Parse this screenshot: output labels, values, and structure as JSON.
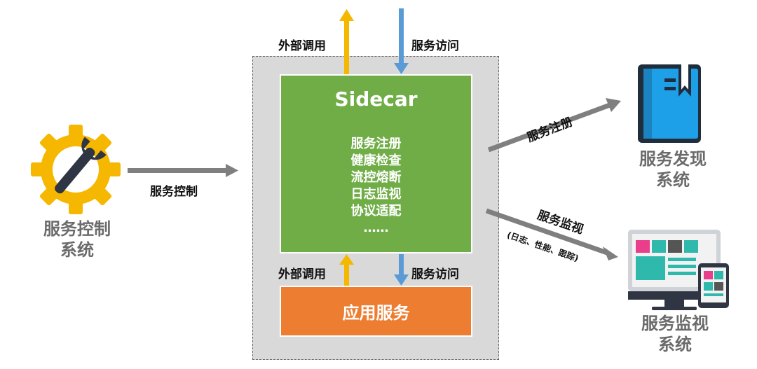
{
  "top": {
    "external_call": "外部调用",
    "service_access": "服务访问"
  },
  "bottom": {
    "external_call": "外部调用",
    "service_access": "服务访问"
  },
  "sidecar": {
    "title": "Sidecar",
    "features": [
      "服务注册",
      "健康检查",
      "流控熔断",
      "日志监视",
      "协议适配",
      "……"
    ]
  },
  "app_service": "应用服务",
  "control": {
    "arrow_label": "服务控制",
    "name_line1": "服务控制",
    "name_line2": "系统"
  },
  "discovery": {
    "arrow_label": "服务注册",
    "name_line1": "服务发现",
    "name_line2": "系统"
  },
  "monitor": {
    "arrow_label": "服务监视",
    "arrow_sublabel": "(日志、性能、跟踪)",
    "name_line1": "服务监视",
    "name_line2": "系统"
  },
  "colors": {
    "green": "#70ad47",
    "orange": "#ed7d31",
    "gold": "#f5b700",
    "blue": "#5b9bd5",
    "gray_arrow": "#7f7f7f",
    "container": "#d9d9d9"
  },
  "icons": {
    "control": "gear-wrench-icon",
    "discovery": "notebook-icon",
    "monitor": "devices-icon"
  }
}
